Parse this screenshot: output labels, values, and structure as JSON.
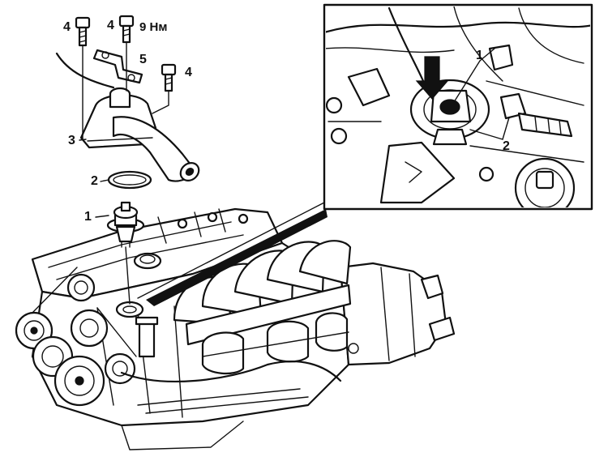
{
  "labels": {
    "bolt_left": "4",
    "bolt_mid": "4",
    "torque": "9 Нм",
    "bracket": "5",
    "bolt_right": "4",
    "housing": "3",
    "seal_ring": "2",
    "thermostat": "1",
    "inset_1": "1",
    "inset_2": "2"
  },
  "colors": {
    "ink": "#111111",
    "paper": "#ffffff"
  }
}
